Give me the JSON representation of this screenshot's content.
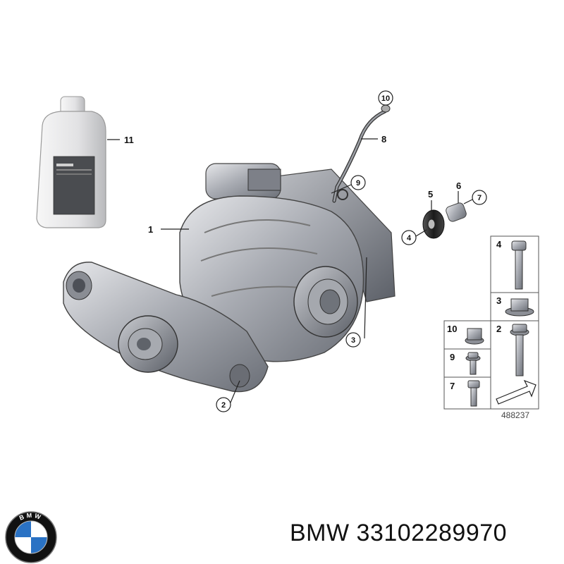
{
  "callouts": {
    "c1": "1",
    "c2": "2",
    "c3": "3",
    "c4": "4",
    "c5": "5",
    "c6": "6",
    "c7": "7",
    "c8": "8",
    "c9": "9",
    "c10": "10",
    "c11": "11"
  },
  "legend": {
    "r4": "4",
    "r3": "3",
    "r10": "10",
    "r2": "2",
    "r9": "9",
    "r7": "7",
    "diagram_number": "488237"
  },
  "caption": {
    "brand": "BMW",
    "part_number": "33102289970"
  },
  "logo": {
    "text": "BMW",
    "colors": {
      "ring": "#111111",
      "blue": "#2a72c4",
      "white": "#ffffff"
    }
  }
}
